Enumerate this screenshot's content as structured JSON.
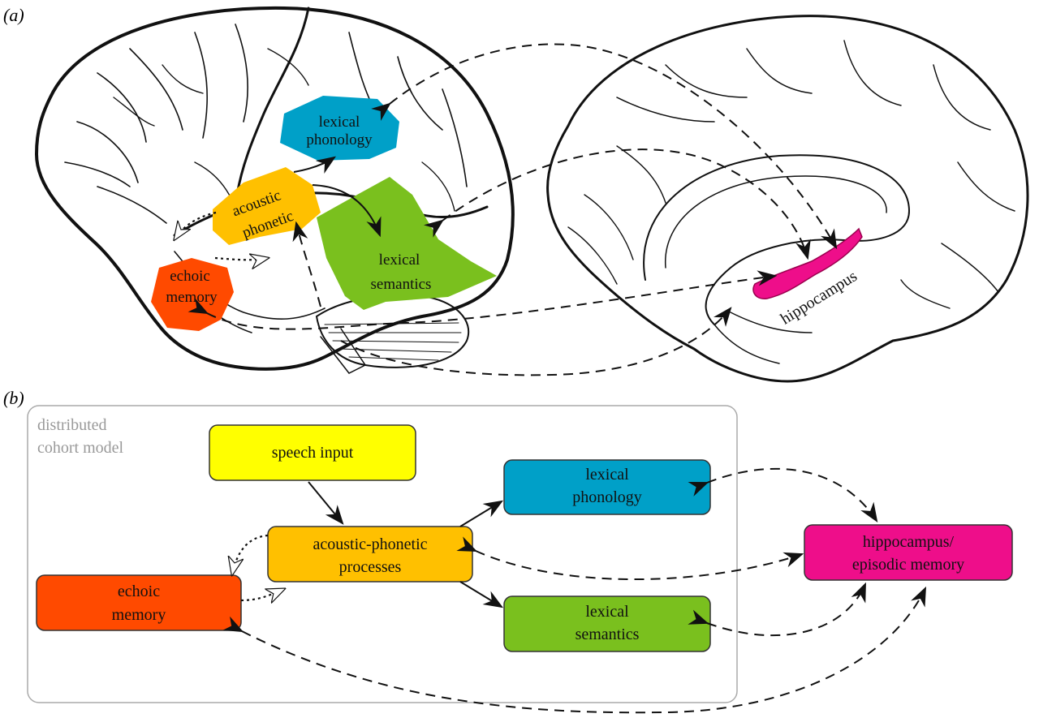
{
  "panel_a": {
    "label": "(a)",
    "regions": {
      "lexical_phonology": [
        "lexical",
        "phonology"
      ],
      "acoustic_phonetic": [
        "acoustic",
        "phonetic"
      ],
      "lexical_semantics": [
        "lexical",
        "semantics"
      ],
      "echoic_memory": [
        "echoic",
        "memory"
      ],
      "hippocampus": "hippocampus"
    }
  },
  "panel_b": {
    "label": "(b)",
    "model_label": [
      "distributed",
      "cohort model"
    ],
    "boxes": {
      "speech_input": [
        "speech input"
      ],
      "acoustic_phonetic": [
        "acoustic-phonetic",
        "processes"
      ],
      "lexical_phonology": [
        "lexical",
        "phonology"
      ],
      "lexical_semantics": [
        "lexical",
        "semantics"
      ],
      "echoic_memory": [
        "echoic",
        "memory"
      ],
      "hippocampus": [
        "hippocampus/",
        "episodic memory"
      ]
    }
  },
  "colors": {
    "speech_input": "#ffff00",
    "acoustic_phonetic": "#ffc000",
    "lexical_phonology": "#00a0c8",
    "lexical_semantics": "#7ac01e",
    "echoic_memory": "#ff4a00",
    "hippocampus": "#ee0e8a",
    "model_label": "#999999"
  }
}
